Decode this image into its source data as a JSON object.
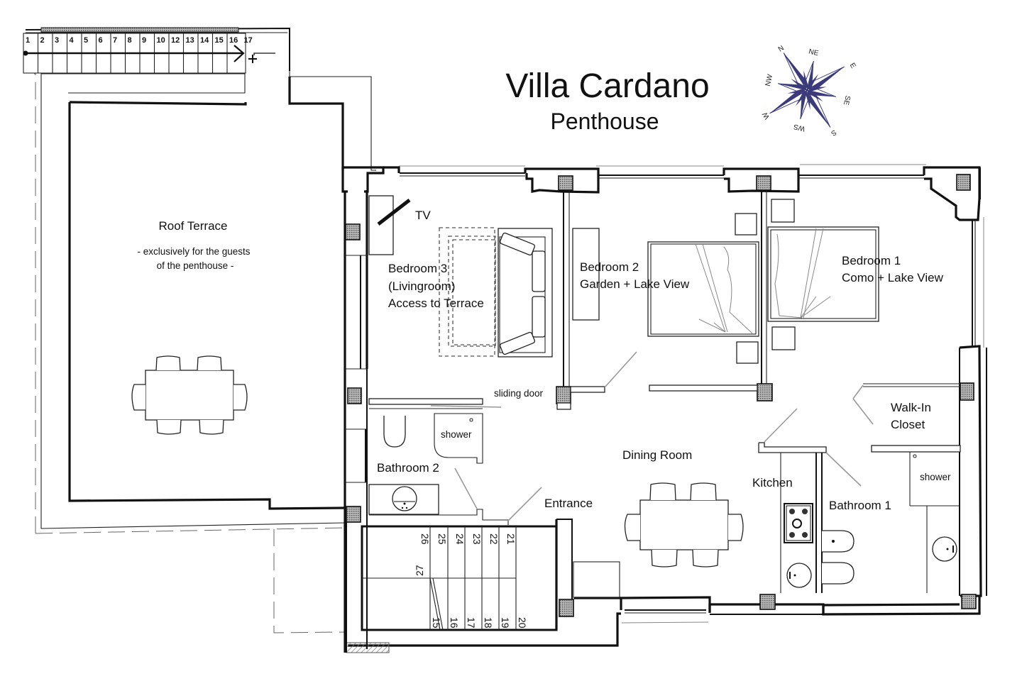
{
  "header": {
    "title": "Villa Cardano",
    "subtitle": "Penthouse"
  },
  "compass": {
    "points": [
      "N",
      "NE",
      "E",
      "SE",
      "S",
      "WS",
      "W",
      "NW"
    ],
    "color": "#3b3a7a"
  },
  "rooms": {
    "roof_terrace": {
      "name": "Roof Terrace",
      "note_line1": "- exclusively for the guests",
      "note_line2": "of the penthouse -"
    },
    "bedroom3": {
      "line1": "Bedroom 3",
      "line2": "(Livingroom)",
      "line3": "Access to Terrace",
      "tv": "TV"
    },
    "bedroom2": {
      "line1": "Bedroom 2",
      "line2": "Garden + Lake View"
    },
    "bedroom1": {
      "line1": "Bedroom 1",
      "line2": "Como + Lake View"
    },
    "walk_in": {
      "line1": "Walk-In",
      "line2": "Closet"
    },
    "sliding_door": "sliding door",
    "bathroom2": {
      "name": "Bathroom 2",
      "shower": "shower"
    },
    "dining": "Dining Room",
    "entrance": "Entrance",
    "kitchen": "Kitchen",
    "bathroom1": {
      "name": "Bathroom 1",
      "shower": "shower"
    }
  },
  "stairs_top": {
    "steps": [
      "1",
      "2",
      "3",
      "4",
      "5",
      "6",
      "7",
      "8",
      "9",
      "10",
      "12",
      "13",
      "14",
      "15",
      "16",
      "17"
    ]
  },
  "stairs_bottom": {
    "upper_steps": [
      "26",
      "25",
      "24",
      "23",
      "22",
      "21"
    ],
    "landing": "27",
    "lower_steps": [
      "15",
      "16",
      "17",
      "18",
      "19",
      "20"
    ]
  }
}
